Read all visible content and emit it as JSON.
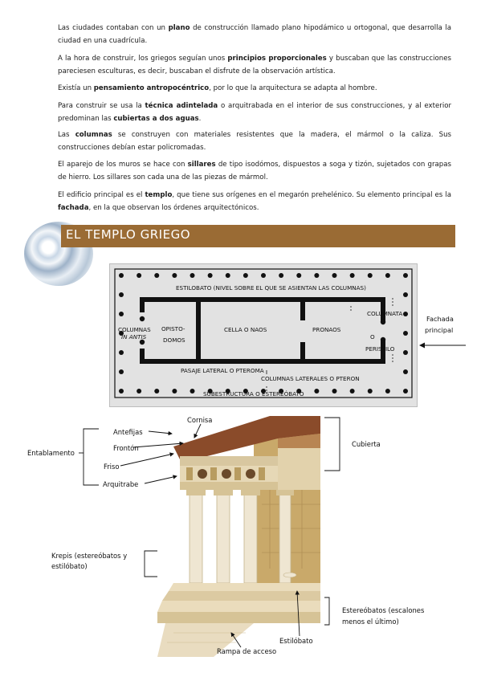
{
  "paragraphs": [
    {
      "segments": [
        {
          "t": "Las ciudades contaban con un "
        },
        {
          "t": "plano",
          "b": true
        },
        {
          "t": " de construcción llamado plano hipodámico u ortogonal, que desarrolla la ciudad en una cuadrícula."
        }
      ]
    },
    {
      "segments": [
        {
          "t": "A la hora de construir, los griegos seguían unos "
        },
        {
          "t": "principios proporcionales",
          "b": true
        },
        {
          "t": " y buscaban que las construcciones pareciesen esculturas, es decir, buscaban el disfrute de la observación artística."
        }
      ]
    },
    {
      "segments": [
        {
          "t": "Existía un "
        },
        {
          "t": "pensamiento antropocéntrico",
          "b": true
        },
        {
          "t": ", por lo que la arquitectura se adapta al hombre."
        }
      ]
    },
    {
      "segments": [
        {
          "t": "Para construir se usa la "
        },
        {
          "t": "técnica adintelada",
          "b": true
        },
        {
          "t": " o arquitrabada en el interior de sus construcciones, y al exterior predominan las "
        },
        {
          "t": "cubiertas a dos aguas",
          "b": true
        },
        {
          "t": "."
        }
      ]
    },
    {
      "segments": [
        {
          "t": "Las "
        },
        {
          "t": "columnas",
          "b": true
        },
        {
          "t": " se construyen con materiales resistentes que la madera, el mármol o la caliza. Sus construcciones debían estar policromadas."
        }
      ]
    },
    {
      "segments": [
        {
          "t": "El aparejo de los muros se hace con "
        },
        {
          "t": "sillares",
          "b": true
        },
        {
          "t": " de tipo isodómos, dispuestos a soga y tizón, sujetados con grapas de hierro. Los sillares son cada una de las piezas de mármol."
        }
      ]
    },
    {
      "segments": [
        {
          "t": "El edificio principal es el "
        },
        {
          "t": "templo",
          "b": true
        },
        {
          "t": ", que tiene sus orígenes en el megarón prehelénico. Su elemento principal es la "
        },
        {
          "t": "fachada",
          "b": true
        },
        {
          "t": ", en la que observan los órdenes arquitectónicos."
        }
      ]
    }
  ],
  "section_title": "EL TEMPLO GRIEGO",
  "plan": {
    "estilobato": "ESTILOBATO (NIVEL SOBRE EL QUE SE ASIENTAN LAS COLUMNAS)",
    "columnas_in_antis_1": "COLUMNAS",
    "columnas_in_antis_2": "IN ANTIS",
    "opistodomos_1": "OPISTO-",
    "opistodomos_2": "DOMOS",
    "cella": "CELLA O NAOS",
    "pronaos": "PRONAOS",
    "columnata": "COLUMNATA",
    "o": "O",
    "peristilo": "PERISTILO",
    "pasaje": "PASAJE LATERAL O PTEROMA",
    "columnas_laterales": "COLUMNAS LATERALES O PTERON",
    "subestructura": "SUBESTRUCTURA O ESTEREÓBATO"
  },
  "fachada_label_1": "Fachada",
  "fachada_label_2": "principal",
  "illustration_labels": {
    "cornisa": "Cornisa",
    "antefijas": "Antefijas",
    "fronton": "Frontón",
    "friso": "Friso",
    "arquitrabe": "Arquitrabe",
    "entablamento": "Entablamento",
    "cubierta": "Cubierta",
    "krepis_1": "Krepis (estereóbatos y",
    "krepis_2": "estilóbato)",
    "estereobatos_1": "Estereóbatos (escalones",
    "estereobatos_2": "menos el último)",
    "estilobato": "Estilóbato",
    "rampa": "Rampa de acceso"
  },
  "colors": {
    "banner": "#9a6b34",
    "plan_bg": "#e2e2e2",
    "wall": "#111111",
    "stone": "#e9dcc0",
    "tile": "#8a4b2a"
  }
}
